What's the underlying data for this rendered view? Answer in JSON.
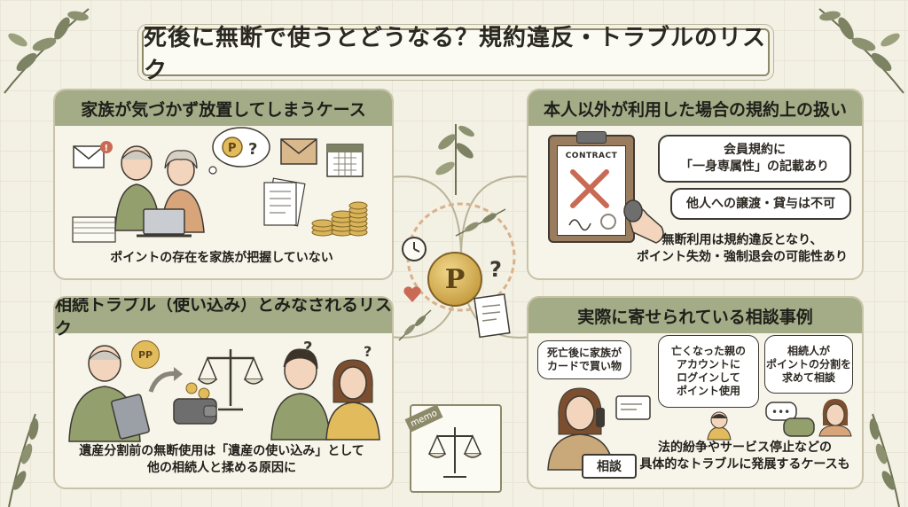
{
  "title": "死後に無断で使うとどうなる？規約違反・トラブルのリスク",
  "panels": {
    "family": {
      "heading": "家族が気づかず放置してしまうケース",
      "caption": "ポイントの存在を家族が把握していない"
    },
    "rules": {
      "heading": "本人以外が利用した場合の規約上の扱い",
      "contract_label": "CONTRACT",
      "bubble1_line1": "会員規約に",
      "bubble1_line2": "「一身専属性」の記載あり",
      "bubble2": "他人への譲渡・貸与は不可",
      "caption_line1": "無断利用は規約違反となり、",
      "caption_line2": "ポイント失効・強制退会の可能性あり"
    },
    "inheritance": {
      "heading": "相続トラブル（使い込み）とみなされるリスク",
      "caption_line1": "遺産分割前の無断使用は「遺産の使い込み」として",
      "caption_line2": "他の相続人と揉める原因に",
      "coin_label": "PP"
    },
    "cases": {
      "heading": "実際に寄せられている相談事例",
      "bubble1_line1": "死亡後に家族が",
      "bubble1_line2": "カードで買い物",
      "bubble2_line1": "亡くなった親の",
      "bubble2_line2": "アカウントに",
      "bubble2_line3": "ログインして",
      "bubble2_line4": "ポイント使用",
      "bubble3_line1": "相続人が",
      "bubble3_line2": "ポイントの分割を",
      "bubble3_line3": "求めて相談",
      "label": "相談",
      "caption_line1": "法的紛争やサービス停止などの",
      "caption_line2": "具体的なトラブルに発展するケースも"
    }
  },
  "center": {
    "coin_letter": "P",
    "memo_label": "memo"
  },
  "colors": {
    "panel_header": "#a3ac86",
    "background": "#f3f0e4",
    "accent_red": "#c96a55",
    "gold": "#c9a146"
  }
}
